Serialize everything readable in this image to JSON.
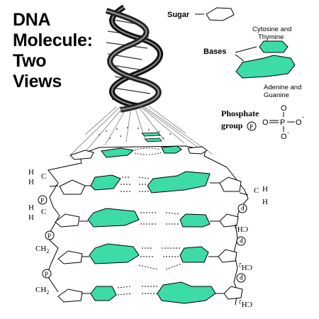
{
  "title": {
    "lines": [
      "DNA",
      "Molecule:",
      "Two",
      "Views"
    ]
  },
  "legend": {
    "sugar": "Sugar",
    "bases": "Bases",
    "pyrimidines": [
      "Cytosine and",
      "Thymine"
    ],
    "purines": [
      "Adenine and",
      "Guanine"
    ],
    "phosphate": [
      "Phosphate",
      "group"
    ],
    "phosphate_symbol": "P",
    "phosphate_formula": {
      "o_top": "O",
      "o_left": "O",
      "p": "P",
      "o_right": "O",
      "o_bottom": "O",
      "minus": "-"
    }
  },
  "ladder": {
    "h": "H",
    "c": "C",
    "ch2": "CH",
    "ch2_sub": "2",
    "p": "P"
  },
  "colors": {
    "base_fill": "#3cdba7",
    "outline": "#000000",
    "background": "#ffffff"
  }
}
